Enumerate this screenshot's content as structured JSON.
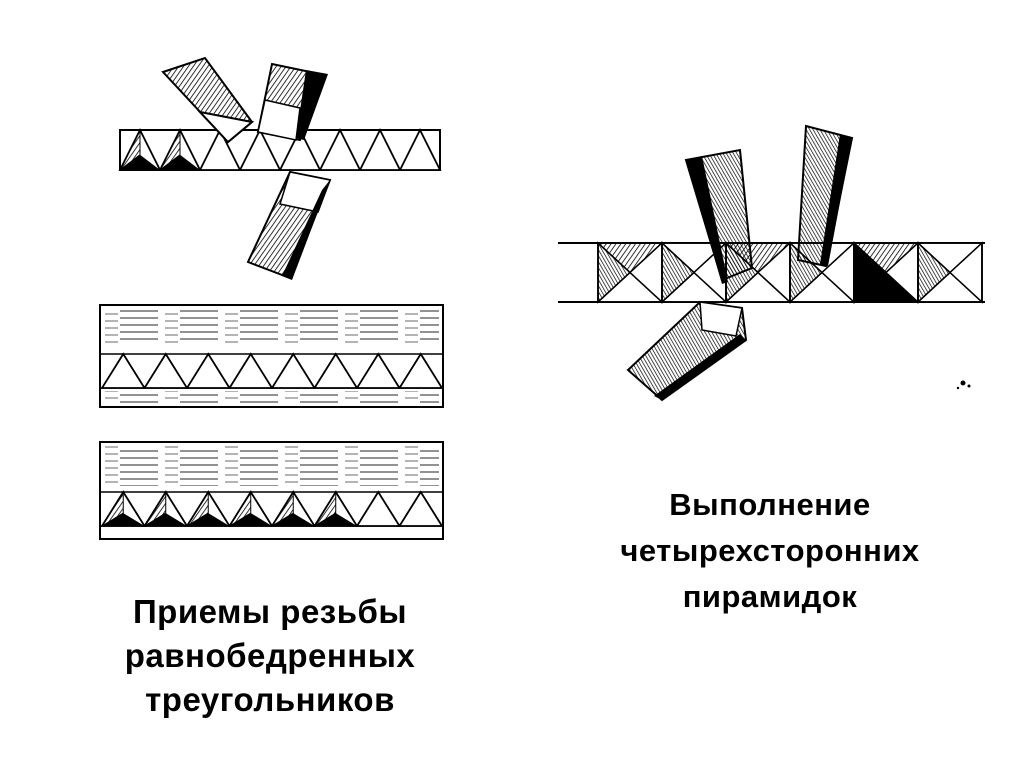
{
  "captions": {
    "left": [
      "Приемы резьбы",
      "равнобедренных",
      "треугольников"
    ],
    "right": [
      "Выполнение",
      "четырехсторонних",
      "пирамидок"
    ]
  },
  "colors": {
    "ink": "#000000",
    "paper": "#ffffff"
  },
  "illustrations": {
    "triangle_band_top": {
      "triangles": 8,
      "carved": 2
    },
    "board_middle": {
      "triangles": 8,
      "carved": 0
    },
    "board_bottom": {
      "triangles": 8,
      "carved": 6
    },
    "pyramid_band": {
      "pyramids": 6
    }
  }
}
